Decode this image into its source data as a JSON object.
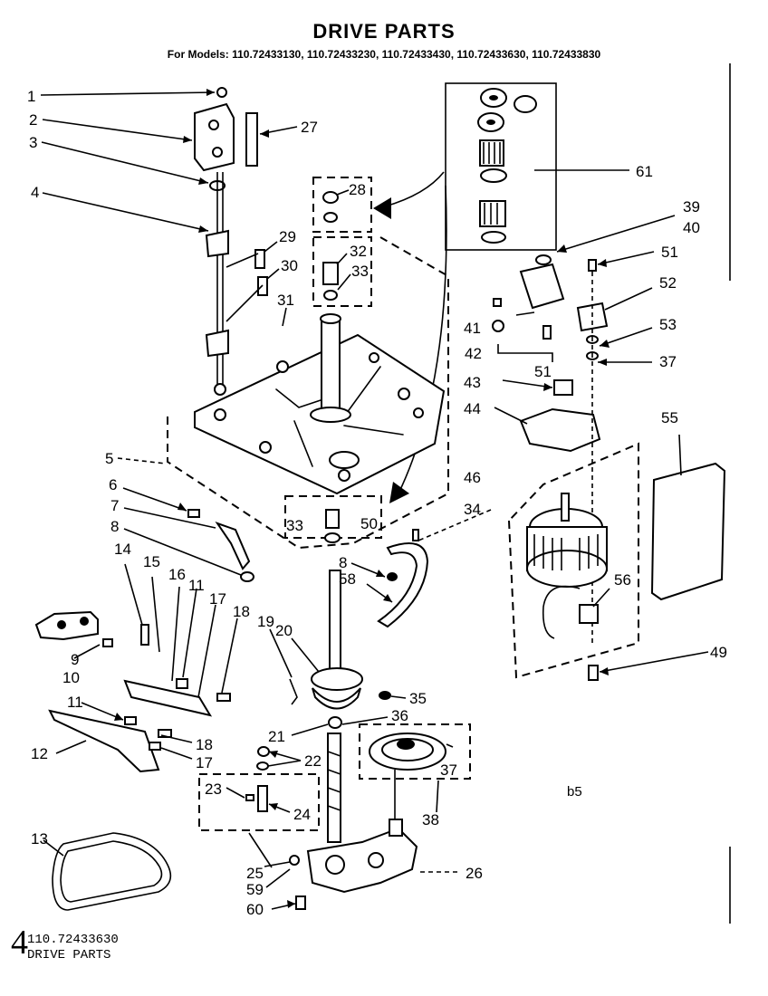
{
  "title": "DRIVE PARTS",
  "subtitle": "For Models: 110.72433130, 110.72433230, 110.72433430, 110.72433630, 110.72433830",
  "page_mark": "4",
  "footer": {
    "model": "110.72433630",
    "name": "DRIVE PARTS"
  },
  "diagram_code": "b5",
  "labels": {
    "l1": "1",
    "l2": "2",
    "l3": "3",
    "l4": "4",
    "l5": "5",
    "l6": "6",
    "l7": "7",
    "l8": "8",
    "l8b": "8",
    "l9": "9",
    "l10": "10",
    "l11": "11",
    "l11b": "11",
    "l12": "12",
    "l13": "13",
    "l14": "14",
    "l15": "15",
    "l16": "16",
    "l17": "17",
    "l17b": "17",
    "l18": "18",
    "l18b": "18",
    "l19": "19",
    "l20": "20",
    "l21": "21",
    "l22": "22",
    "l23": "23",
    "l24": "24",
    "l25": "25",
    "l26": "26",
    "l27": "27",
    "l28": "28",
    "l29": "29",
    "l30": "30",
    "l31": "31",
    "l32": "32",
    "l33": "33",
    "l33b": "33",
    "l34": "34",
    "l35": "35",
    "l36": "36",
    "l37": "37",
    "l37b": "37",
    "l38": "38",
    "l39": "39",
    "l40": "40",
    "l41": "41",
    "l42": "42",
    "l43": "43",
    "l44": "44",
    "l46": "46",
    "l49": "49",
    "l50": "50",
    "l51": "51",
    "l51b": "51",
    "l52": "52",
    "l53": "53",
    "l55": "55",
    "l56": "56",
    "l58": "58",
    "l59": "59",
    "l60": "60",
    "l61": "61"
  }
}
